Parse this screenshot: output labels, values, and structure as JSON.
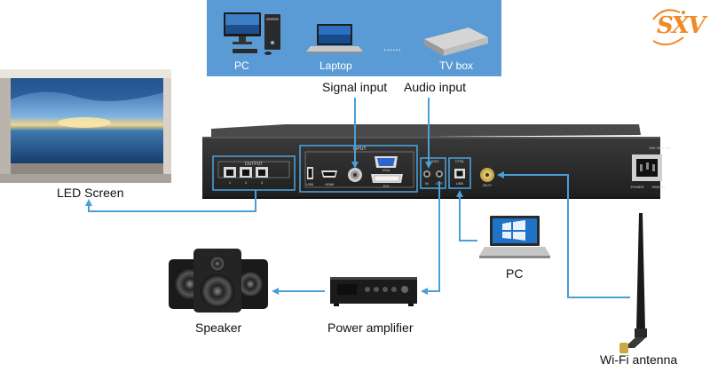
{
  "sources_panel": {
    "color": "#5b9bd5",
    "items": [
      {
        "label": "PC",
        "icon": "desktop-pc-icon"
      },
      {
        "label": "Laptop",
        "icon": "laptop-icon"
      },
      {
        "label": "......",
        "icon": "ellipsis"
      },
      {
        "label": "TV box",
        "icon": "tv-box-icon"
      }
    ]
  },
  "logo": {
    "text": "SXV",
    "color": "#f08a24"
  },
  "labels": {
    "signal_input": "Signal input",
    "audio_input": "Audio input",
    "led_screen": "LED Screen",
    "pc": "PC",
    "speaker": "Speaker",
    "power_amplifier": "Power amplifier",
    "wifi_antenna": "Wi-Fi antenna"
  },
  "device_panel": {
    "output_label": "OUTPUT",
    "output_ports": [
      "1",
      "2",
      "3"
    ],
    "input_label": "INPUT",
    "usb_label": "USB",
    "hdmi_label": "HDMI",
    "vga_label": "VGA",
    "dvi_label": "DVI",
    "audio_label": "AUDIO",
    "ctrl_label": "CTRL",
    "in_label": "IN",
    "out_label": "OUT",
    "ctrl_usb_label": "USB",
    "wifi_label": "WI-FI",
    "power_rating": "100~240V AC",
    "power_label": "POWER",
    "freq_label": "50/60Hz"
  },
  "colors": {
    "connector_line": "#4a9fd8",
    "device_body": "#2b2b2b",
    "highlight_box": "#4a9fd8"
  }
}
